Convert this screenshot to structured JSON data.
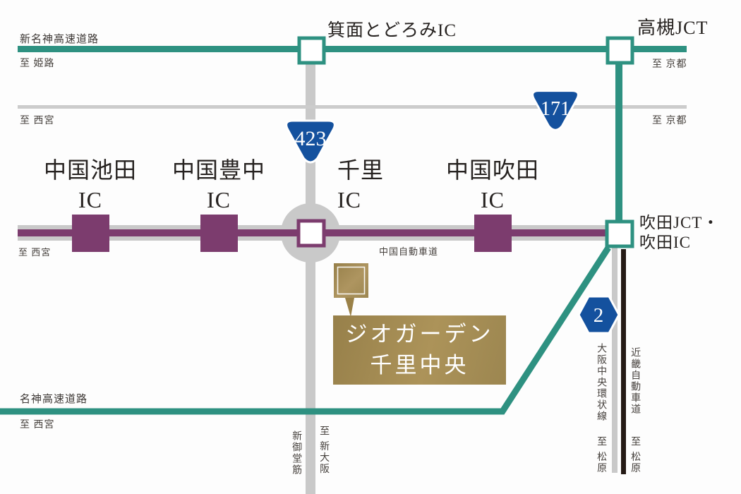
{
  "map": {
    "roads": {
      "shinmeishin": {
        "name": "新名神高速道路",
        "dest_left": "至 姫路",
        "dest_right": "至 京都"
      },
      "national171": {
        "route": "171",
        "dest_left": "至 西宮",
        "dest_right": "至 京都"
      },
      "national423": {
        "route": "423"
      },
      "chugoku": {
        "name": "中国自動車道",
        "dest_left": "至 西宮"
      },
      "meishin": {
        "name": "名神高速道路",
        "dest_left": "至 西宮"
      },
      "shinmido": {
        "name": "新御堂筋",
        "dest_down": "至 新大阪"
      },
      "kanjo": {
        "name": "大阪中央環状線",
        "route": "2",
        "dest_down": "至 松原"
      },
      "kinki": {
        "name": "近畿自動車道",
        "dest_down": "至 松原"
      }
    },
    "interchanges": {
      "minoh": {
        "label": "箕面とどろみIC"
      },
      "takatsuki": {
        "label": "高槻JCT"
      },
      "ikeda": {
        "line1": "中国池田",
        "line2": "IC"
      },
      "toyonaka": {
        "line1": "中国豊中",
        "line2": "IC"
      },
      "senri": {
        "line1": "千里",
        "line2": "IC"
      },
      "suita_ic": {
        "line1": "中国吹田",
        "line2": "IC"
      },
      "suita_jct": {
        "line1": "吹田JCT・",
        "line2": "吹田IC"
      }
    },
    "property": {
      "line1": "ジオガーデン",
      "line2": "千里中央"
    },
    "colors": {
      "expressway_teal": "#2e9181",
      "chugoku_purple": "#7c3c6e",
      "road_gray": "#c9c9c9",
      "kinki_black": "#251b16",
      "route_badge_blue": "#14519e",
      "property_gold": "#a18849"
    }
  }
}
